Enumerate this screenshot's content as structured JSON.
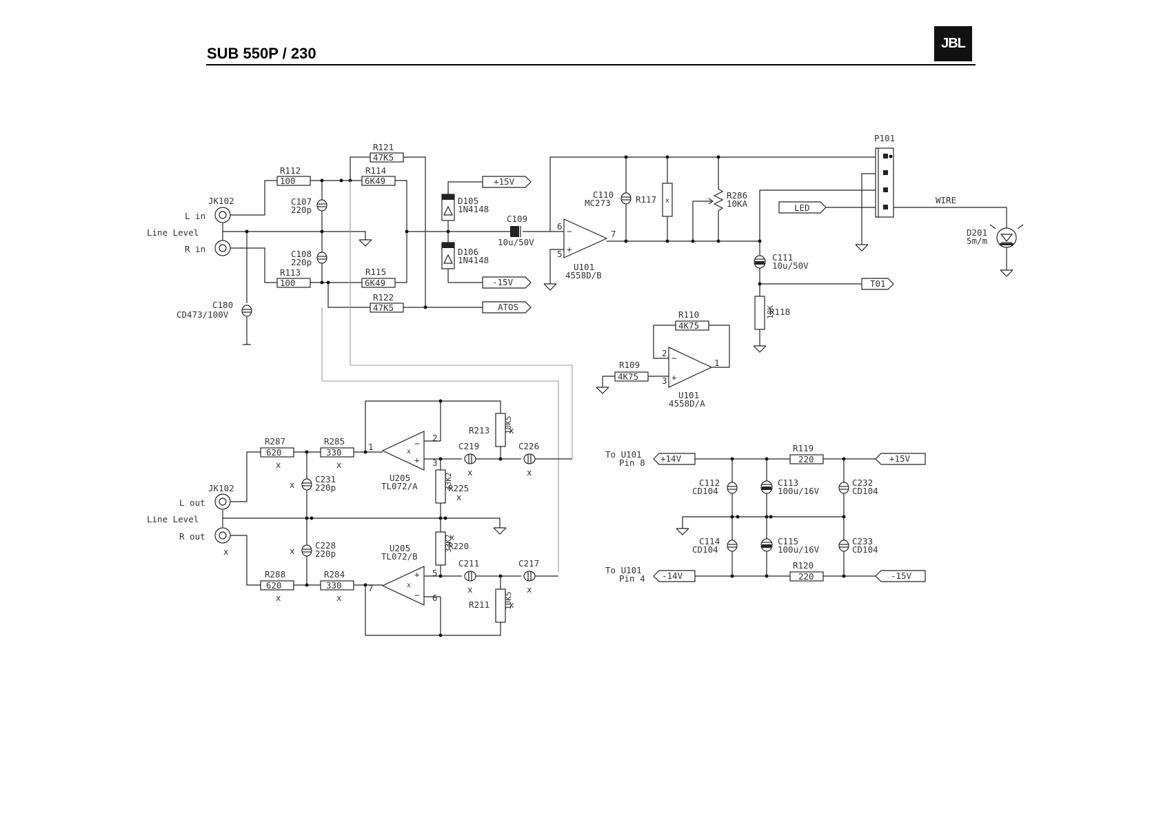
{
  "header": {
    "title": "SUB 550P / 230",
    "brand": "JBL"
  },
  "input": {
    "jack": "JK102",
    "l_in": "L in",
    "line_level": "Line Level",
    "r_in": "R in",
    "r112": {
      "name": "R112",
      "value": "100"
    },
    "r113": {
      "name": "R113",
      "value": "100"
    },
    "r114": {
      "name": "R114",
      "value": "6K49"
    },
    "r115": {
      "name": "R115",
      "value": "6K49"
    },
    "r121": {
      "name": "R121",
      "value": "47K5"
    },
    "r122": {
      "name": "R122",
      "value": "47K5"
    },
    "c107": {
      "name": "C107",
      "value": "220p"
    },
    "c108": {
      "name": "C108",
      "value": "220p"
    },
    "c180": {
      "name": "C180",
      "value": "CD473/100V"
    },
    "d105": {
      "name": "D105",
      "value": "1N4148"
    },
    "d106": {
      "name": "D106",
      "value": "1N4148"
    },
    "c109": {
      "name": "C109",
      "value": "10u/50V"
    },
    "plus15": "+15V",
    "minus15": "-15V",
    "atos": "ATOS"
  },
  "amp": {
    "c110": {
      "name": "C110",
      "value": "MC273"
    },
    "r117": "R117",
    "r286": {
      "name": "R286",
      "value": "10KA"
    },
    "u101b": {
      "name": "U101",
      "value": "4558D/B"
    },
    "pin6": "6",
    "pin5": "5",
    "pin7": "7",
    "p101": "P101",
    "led": "LED",
    "wire": "WIRE",
    "d201": {
      "name": "D201",
      "value": "5m/m"
    },
    "c111": {
      "name": "C111",
      "value": "10u/50V"
    },
    "t01": "T01",
    "r118": {
      "name": "R118",
      "value": "10K"
    },
    "r110": {
      "name": "R110",
      "value": "4K75"
    },
    "r109": {
      "name": "R109",
      "value": "4K75"
    },
    "u101a": {
      "name": "U101",
      "value": "4558D/A"
    },
    "pin2": "2",
    "pin3": "3",
    "pin1": "1"
  },
  "output": {
    "jack": "JK102",
    "l_out": "L out",
    "line_level": "Line Level",
    "r_out": "R out",
    "r287": {
      "name": "R287",
      "value": "620"
    },
    "r285": {
      "name": "R285",
      "value": "330"
    },
    "r288": {
      "name": "R288",
      "value": "620"
    },
    "r284": {
      "name": "R284",
      "value": "330"
    },
    "c231": {
      "name": "C231",
      "value": "220p"
    },
    "c228": {
      "name": "C228",
      "value": "220p"
    },
    "u205a": {
      "name": "U205",
      "value": "TL072/A"
    },
    "u205b": {
      "name": "U205",
      "value": "TL072/B"
    },
    "r213": {
      "name": "R213",
      "value": "10K5"
    },
    "r211": {
      "name": "R211",
      "value": "10K5"
    },
    "r225": {
      "name": "R225",
      "value": "33K2"
    },
    "r220": {
      "name": "R220",
      "value": "33K2"
    },
    "c219": "C219",
    "c226": "C226",
    "c211": "C211",
    "c217": "C217",
    "pin1": "1",
    "pin2": "2",
    "pin3": "3",
    "pin5": "5",
    "pin6": "6",
    "pin7": "7",
    "x": "x"
  },
  "supply": {
    "to_u101_pin8": "To U101",
    "pin8": "Pin 8",
    "to_u101_pin4": "To U101",
    "pin4": "Pin 4",
    "plus14": "+14V",
    "minus14": "-14V",
    "plus15": "+15V",
    "minus15": "-15V",
    "r119": {
      "name": "R119",
      "value": "220"
    },
    "r120": {
      "name": "R120",
      "value": "220"
    },
    "c112": {
      "name": "C112",
      "value": "CD104"
    },
    "c113": {
      "name": "C113",
      "value": "100u/16V"
    },
    "c232": {
      "name": "C232",
      "value": "CD104"
    },
    "c114": {
      "name": "C114",
      "value": "CD104"
    },
    "c115": {
      "name": "C115",
      "value": "100u/16V"
    },
    "c233": {
      "name": "C233",
      "value": "CD104"
    }
  }
}
